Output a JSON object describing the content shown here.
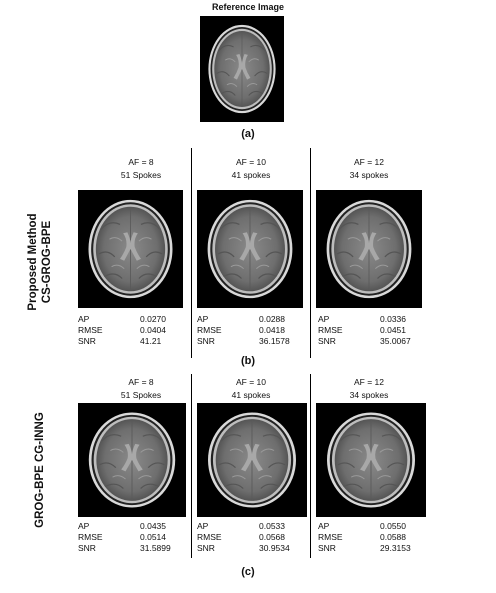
{
  "reference": {
    "title": "Reference Image"
  },
  "panels": [
    {
      "label": "(a)"
    },
    {
      "label": "(b)",
      "side_label_lines": [
        "Proposed Method",
        "CS-GROG-BPE"
      ],
      "columns": [
        {
          "af": "AF = 8",
          "spokes": "51 Spokes",
          "metrics": [
            [
              "AP",
              "0.0270"
            ],
            [
              "RMSE",
              "0.0404"
            ],
            [
              "SNR",
              "41.21"
            ]
          ]
        },
        {
          "af": "AF = 10",
          "spokes": "41 spokes",
          "metrics": [
            [
              "AP",
              "0.0288"
            ],
            [
              "RMSE",
              "0.0418"
            ],
            [
              "SNR",
              "36.1578"
            ]
          ]
        },
        {
          "af": "AF = 12",
          "spokes": "34 spokes",
          "metrics": [
            [
              "AP",
              "0.0336"
            ],
            [
              "RMSE",
              "0.0451"
            ],
            [
              "SNR",
              "35.0067"
            ]
          ]
        }
      ]
    },
    {
      "label": "(c)",
      "side_label_lines": [
        "GROG-BPE CG-INNG"
      ],
      "columns": [
        {
          "af": "AF = 8",
          "spokes": "51 Spokes",
          "metrics": [
            [
              "AP",
              "0.0435"
            ],
            [
              "RMSE",
              "0.0514"
            ],
            [
              "SNR",
              "31.5899"
            ]
          ]
        },
        {
          "af": "AF = 10",
          "spokes": "41 spokes",
          "metrics": [
            [
              "AP",
              "0.0533"
            ],
            [
              "RMSE",
              "0.0568"
            ],
            [
              "SNR",
              "30.9534"
            ]
          ]
        },
        {
          "af": "AF = 12",
          "spokes": "34 spokes",
          "metrics": [
            [
              "AP",
              "0.0550"
            ],
            [
              "RMSE",
              "0.0588"
            ],
            [
              "SNR",
              "29.3153"
            ]
          ]
        }
      ]
    }
  ]
}
